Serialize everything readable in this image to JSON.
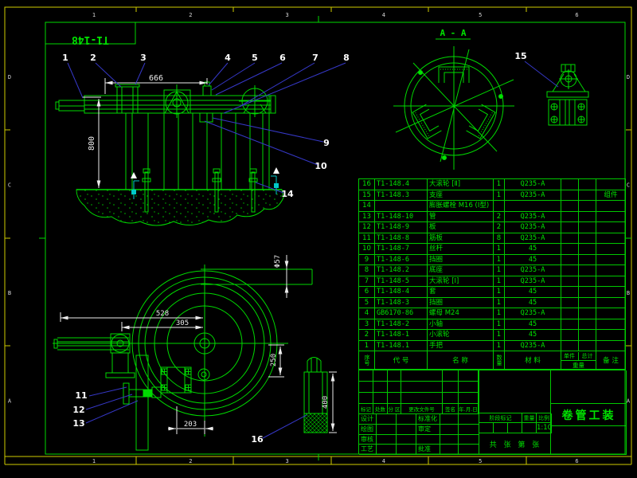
{
  "frame": {
    "drawing_no": "T1-148",
    "zones": {
      "columns": [
        "1",
        "2",
        "3",
        "4",
        "5",
        "6"
      ],
      "rows": [
        "D",
        "C",
        "B",
        "A"
      ]
    }
  },
  "views": {
    "section_label": "A - A"
  },
  "dimensions": {
    "front_width": "666",
    "front_height": "800",
    "pipe_dia": "Φ57",
    "coil_dim_528": "528",
    "coil_dim_305": "305",
    "coil_dim_250": "250",
    "coil_dim_203": "203",
    "part16_height": "400"
  },
  "callouts": [
    "1",
    "2",
    "3",
    "4",
    "5",
    "6",
    "7",
    "8",
    "9",
    "10",
    "11",
    "12",
    "13",
    "14",
    "15",
    "16"
  ],
  "bom": {
    "headers": {
      "no": "序号",
      "code": "代  号",
      "name": "名  称",
      "qty": "数量",
      "material": "材  料",
      "weight_unit": "单件",
      "weight_total": "总计",
      "weight": "重量",
      "remark": "备  注"
    },
    "rows": [
      {
        "no": "16",
        "code": "T1-148.4",
        "name": "大滚轮 [Ⅱ]",
        "qty": "1",
        "material": "Q235-A",
        "remark": ""
      },
      {
        "no": "15",
        "code": "T1-148.3",
        "name": "支座",
        "qty": "1",
        "material": "Q235-A",
        "remark": "组件"
      },
      {
        "no": "14",
        "code": "",
        "name": "膨胀螺栓 M16 (Ⅰ型)",
        "qty": "",
        "material": "",
        "remark": ""
      },
      {
        "no": "13",
        "code": "T1-148-10",
        "name": "管",
        "qty": "2",
        "material": "Q235-A",
        "remark": ""
      },
      {
        "no": "12",
        "code": "T1-148-9",
        "name": "板",
        "qty": "2",
        "material": "Q235-A",
        "remark": ""
      },
      {
        "no": "11",
        "code": "T1-148-8",
        "name": "筋板",
        "qty": "8",
        "material": "Q235-A",
        "remark": ""
      },
      {
        "no": "10",
        "code": "T1-148-7",
        "name": "丝杆",
        "qty": "1",
        "material": "45",
        "remark": ""
      },
      {
        "no": "9",
        "code": "T1-148-6",
        "name": "挡圈",
        "qty": "1",
        "material": "45",
        "remark": ""
      },
      {
        "no": "8",
        "code": "T1-148.2",
        "name": "底座",
        "qty": "1",
        "material": "Q235-A",
        "remark": ""
      },
      {
        "no": "7",
        "code": "T1-148-5",
        "name": "大滚轮 [Ⅰ]",
        "qty": "1",
        "material": "Q235-A",
        "remark": ""
      },
      {
        "no": "6",
        "code": "T1-148-4",
        "name": "套",
        "qty": "1",
        "material": "45",
        "remark": ""
      },
      {
        "no": "5",
        "code": "T1-148-3",
        "name": "挡圈",
        "qty": "1",
        "material": "45",
        "remark": ""
      },
      {
        "no": "4",
        "code": "GB6170-86",
        "name": "螺母 M24",
        "qty": "1",
        "material": "Q235-A",
        "remark": ""
      },
      {
        "no": "3",
        "code": "T1-148-2",
        "name": "小轴",
        "qty": "1",
        "material": "45",
        "remark": ""
      },
      {
        "no": "2",
        "code": "T1-148-1",
        "name": "小滚轮",
        "qty": "1",
        "material": "45",
        "remark": ""
      },
      {
        "no": "1",
        "code": "T1-148.1",
        "name": "手把",
        "qty": "1",
        "material": "Q235-A",
        "remark": ""
      }
    ]
  },
  "title_block": {
    "revision_headers": [
      "标记",
      "处数",
      "分 区",
      "更改文件号",
      "签名",
      "年.月.日"
    ],
    "roles_left": [
      "设计",
      "绘图",
      "审核",
      "工艺"
    ],
    "roles_right": [
      "标准化",
      "审定",
      "",
      "批准"
    ],
    "stage_label": "阶段标记",
    "weight_label": "重量",
    "scale_label": "比例",
    "scale_value": "1:10",
    "sheet_info": "共 张 第 张",
    "title": "卷管工装"
  }
}
